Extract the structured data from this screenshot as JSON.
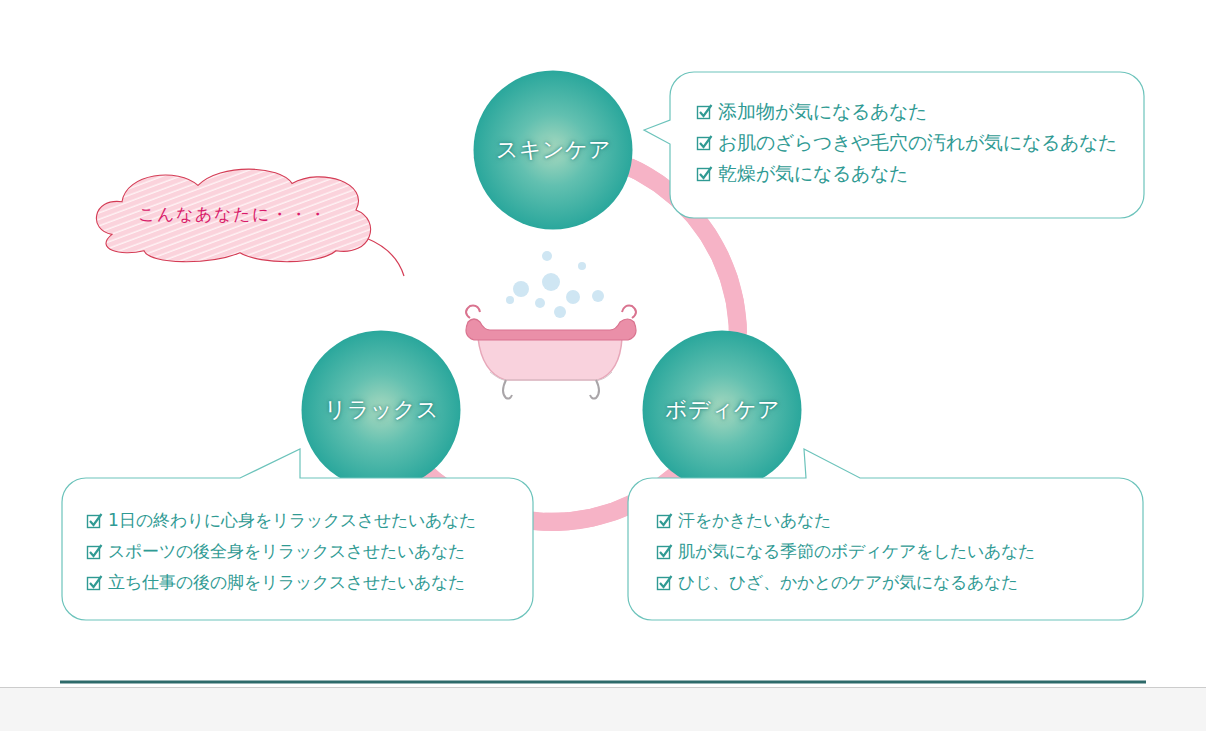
{
  "diagram": {
    "nodes": [
      {
        "text": [
          "こんなあなたに・・・"
        ]
      },
      {
        "text": [
          "スキンケア"
        ]
      },
      {
        "text": [
          "添加物が気になるあなた",
          "お肌のざらつきや毛穴の汚れが気になるあなた",
          "乾燥が気になるあなた"
        ]
      },
      {
        "text": [
          "リラックス"
        ]
      },
      {
        "text": [
          "ボディケア"
        ]
      },
      {
        "text": [
          "1日の終わりに心身をリラックスさせたいあなた",
          "スポーツの後全身をリラックスさせたいあなた",
          "立ち仕事の後の脚をリラックスさせたいあなた"
        ]
      },
      {
        "text": [
          "汗をかきたいあなた",
          "肌が気になる季節のボディケアをしたいあなた",
          "ひじ、ひざ、かかとのケアが気になるあなた"
        ]
      }
    ],
    "edges": [
      {
        "from": 1,
        "to": 3,
        "arrow": "none"
      },
      {
        "from": 3,
        "to": 4,
        "arrow": "none"
      },
      {
        "from": 4,
        "to": 1,
        "arrow": "none"
      }
    ]
  }
}
